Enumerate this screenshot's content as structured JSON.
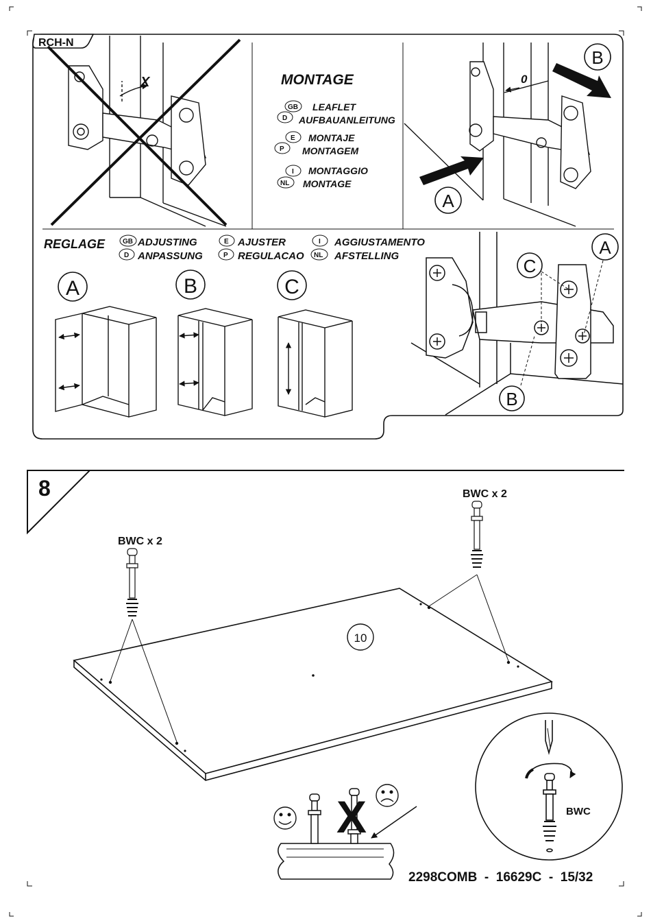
{
  "hinge_panel": {
    "model_code": "RCH-N",
    "wrong_gap_symbol": "X",
    "correct_gap_value": "0",
    "title": "MONTAGE",
    "languages": [
      {
        "code": "GB",
        "text": "LEAFLET"
      },
      {
        "code": "D",
        "text": "AUFBAUANLEITUNG"
      },
      {
        "code": "E",
        "text": "MONTAJE"
      },
      {
        "code": "P",
        "text": "MONTAGEM"
      },
      {
        "code": "I",
        "text": "MONTAGGIO"
      },
      {
        "code": "NL",
        "text": "MONTAGE"
      }
    ],
    "push_labels": {
      "a": "A",
      "b": "B"
    }
  },
  "adjust_panel": {
    "title": "REGLAGE",
    "translations": [
      {
        "code": "GB",
        "text": "ADJUSTING"
      },
      {
        "code": "D",
        "text": "ANPASSUNG"
      },
      {
        "code": "E",
        "text": "AJUSTER"
      },
      {
        "code": "P",
        "text": "REGULACAO"
      },
      {
        "code": "I",
        "text": "AGGIUSTAMENTO"
      },
      {
        "code": "NL",
        "text": "AFSTELLING"
      }
    ],
    "cabinets": [
      "A",
      "B",
      "C"
    ],
    "screw_labels": {
      "a": "A",
      "b": "B",
      "c": "C"
    }
  },
  "step": {
    "number": "8",
    "part_number": "10",
    "left_fitting": "BWC x 2",
    "right_fitting": "BWC x 2",
    "detail_label": "BWC",
    "wrong_mark": "X"
  },
  "footer": {
    "reference": "2298COMB  -  16629C  -  15/32"
  }
}
